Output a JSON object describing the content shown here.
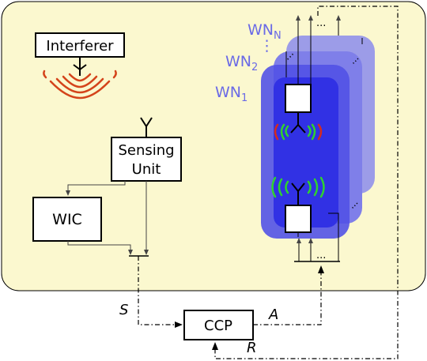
{
  "diagram": {
    "blocks": {
      "interferer": "Interferer",
      "sensing_unit_line1": "Sensing",
      "sensing_unit_line2": "Unit",
      "wic": "WIC",
      "ccp": "CCP"
    },
    "wireless_nodes": {
      "wn1": {
        "base": "WN",
        "sub": "1"
      },
      "wn2": {
        "base": "WN",
        "sub": "2"
      },
      "wnN": {
        "base": "WN",
        "sub": "N"
      },
      "dots_vertical": "⋮",
      "ellipsis": "..."
    },
    "signals": {
      "s": "S",
      "a": "A",
      "r": "R"
    },
    "colors": {
      "background_region": "#fbf8cf",
      "wn_layer_back": "#9c9ce8",
      "wn_layer_mid": "#7f7fe9",
      "wn_layer_front": "#3a3ae6",
      "wn_label": "#6a6ae6",
      "interferer_waves": "#d4441b",
      "wave_green": "#2fd12f",
      "wave_red": "#d52b1e"
    }
  }
}
